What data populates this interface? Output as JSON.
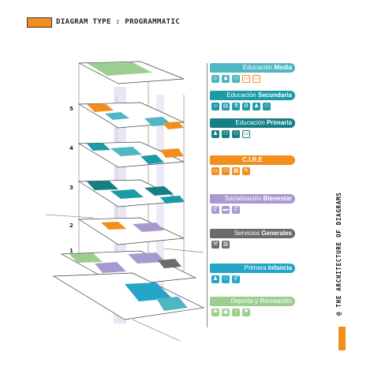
{
  "header": {
    "text": "DIAGRAM TYPE : PROGRAMMATIC"
  },
  "floors": [
    "1",
    "2",
    "3",
    "4",
    "5"
  ],
  "legend": [
    {
      "id": "media",
      "label_a": "Educación ",
      "label_b": "Media",
      "color": "#4fb6c3",
      "icons": [
        "user-icon",
        "child-icon",
        "meeting-icon",
        "screen-icon",
        "screen-icon"
      ]
    },
    {
      "id": "secundaria",
      "label_a": "Educación ",
      "label_b": "Secundaria",
      "color": "#1c9aa8",
      "icons": [
        "user-icon",
        "desk-icon",
        "flask-icon",
        "gear-icon",
        "child-icon",
        "group-icon"
      ]
    },
    {
      "id": "primaria",
      "label_a": "Educación ",
      "label_b": "Primaria",
      "color": "#157f84",
      "icons": [
        "child-icon",
        "group-icon",
        "meeting-icon",
        "screen-icon"
      ]
    },
    {
      "id": "cire",
      "label_a": "C.I.R.E",
      "label_b": "",
      "color": "#f28f1c",
      "icons": [
        "screen-icon",
        "group-icon",
        "clipboard-icon",
        "pen-icon"
      ]
    },
    {
      "id": "bienestar",
      "label_a": "Socialización ",
      "label_b": "Bienestar",
      "color": "#a89ad0",
      "icons": [
        "restroom-icon",
        "sofa-icon",
        "restroom-icon"
      ]
    },
    {
      "id": "generales",
      "label_a": "Servicios ",
      "label_b": "Generales",
      "color": "#6b6b6b",
      "icons": [
        "wrench-icon",
        "trash-icon"
      ]
    },
    {
      "id": "infancia",
      "label_a": "Primera ",
      "label_b": "Infancia",
      "color": "#23a4c8",
      "icons": [
        "child-icon",
        "group-icon",
        "restroom-icon"
      ]
    },
    {
      "id": "deporte",
      "label_a": "Deporte y Recreación",
      "label_b": "",
      "color": "#9ccf8f",
      "icons": [
        "runner-icon",
        "bag-icon",
        "music-icon",
        "flag-icon"
      ]
    }
  ],
  "sidebar": {
    "credit": "@ THE ARCHITECTURE OF DIAGRAMS"
  }
}
